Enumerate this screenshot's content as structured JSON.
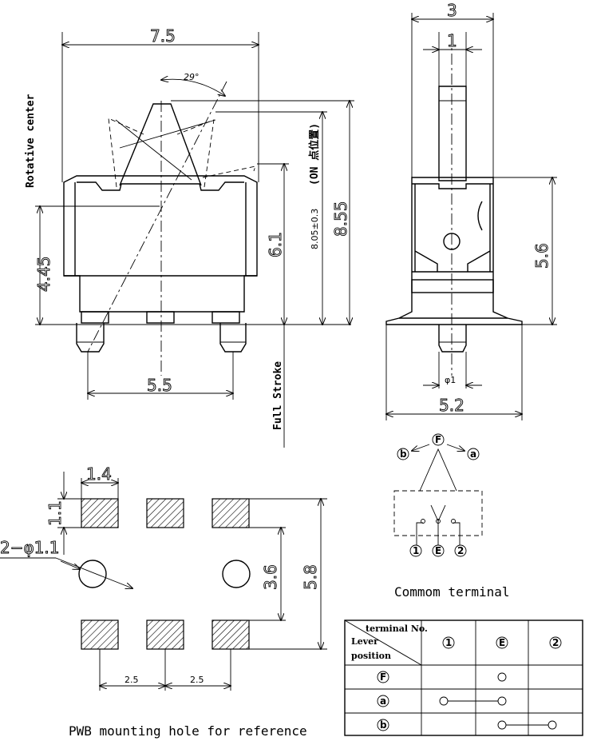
{
  "front_view": {
    "dim_width": "7.5",
    "angle": "29°",
    "dim_rotative_height": "4.45",
    "dim_full_stroke": "6.1",
    "dim_on_height": "8.05±0.3",
    "on_position_note": "(ON 点位置)",
    "dim_total_height": "8.55",
    "dim_pin_pitch": "5.5",
    "label_rotative_center": "Rotative center",
    "label_full_stroke": "Full Stroke"
  },
  "side_view": {
    "dim_width_top": "3",
    "dim_lever_width": "1",
    "dim_body_height": "5.6",
    "dim_pin_dia": "φ1",
    "dim_base_width": "5.2"
  },
  "pwb": {
    "dim_pad_width": "1.4",
    "dim_pad_height": "1.1",
    "dim_hole": "2−φ1.1",
    "dim_inner": "3.6",
    "dim_outer": "5.8",
    "dim_pitch_1": "2.5",
    "dim_pitch_2": "2.5",
    "caption": "PWB mounting hole for reference"
  },
  "circuit": {
    "label_f": "F",
    "label_b": "b",
    "label_a": "a",
    "terminal_1": "1",
    "terminal_e": "E",
    "terminal_2": "2",
    "caption": "Commom terminal"
  },
  "table": {
    "header_terminal": "terminal No.",
    "header_lever_1": "Lever",
    "header_lever_2": "position",
    "columns": [
      "1",
      "E",
      "2"
    ],
    "rows": [
      "F",
      "a",
      "b"
    ]
  }
}
